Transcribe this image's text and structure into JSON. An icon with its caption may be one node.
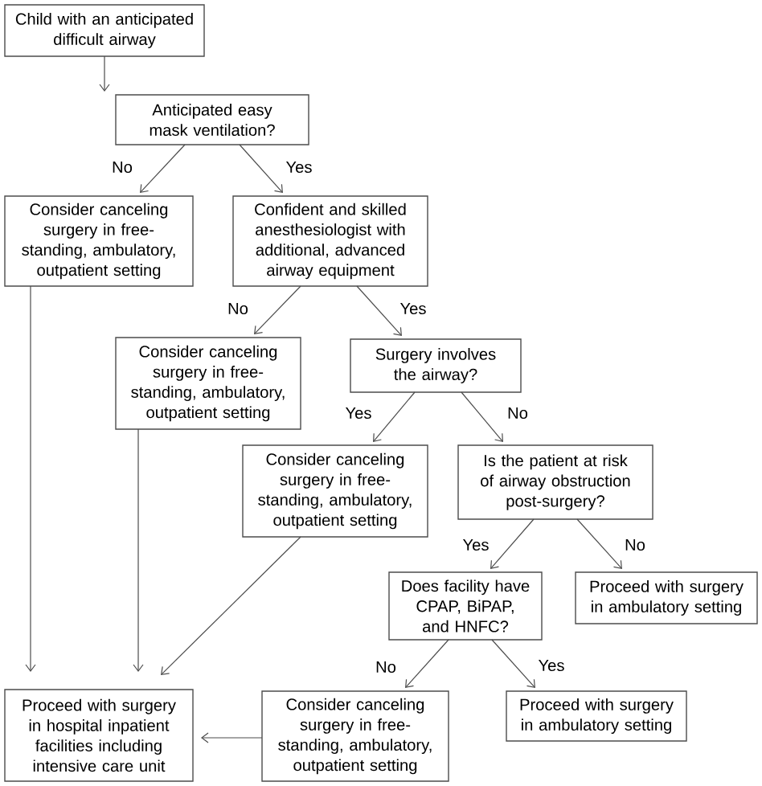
{
  "diagram": {
    "nodes": [
      {
        "text": [
          "Child with an anticipated difficult airway"
        ]
      },
      {
        "text": [
          "Anticipated easy mask ventilation?"
        ]
      },
      {
        "text": [
          "Consider canceling surgery in free-standing, ambulatory, outpatient setting"
        ]
      },
      {
        "text": [
          "Confident and skilled anesthesiologist with additional, advanced airway equipment"
        ]
      },
      {
        "text": [
          "Consider canceling surgery in free-standing, ambulatory, outpatient setting"
        ]
      },
      {
        "text": [
          "Surgery involves the airway?"
        ]
      },
      {
        "text": [
          "Consider canceling surgery in free-standing, ambulatory, outpatient setting"
        ]
      },
      {
        "text": [
          "Is the patient at risk of airway obstruction post-surgery?"
        ]
      },
      {
        "text": [
          "Does facility have CPAP, BiPAP, and HNFC?"
        ]
      },
      {
        "text": [
          "Proceed with surgery in ambulatory setting"
        ]
      },
      {
        "text": [
          "Proceed with surgery in hospital inpatient facilities including intensive care unit"
        ]
      },
      {
        "text": [
          "Consider canceling surgery in free-standing, ambulatory, outpatient setting"
        ]
      },
      {
        "text": [
          "Proceed with surgery in ambulatory setting"
        ]
      }
    ],
    "edges": [
      {
        "from": 0,
        "to": 1,
        "arrow": "to"
      },
      {
        "from": 1,
        "to": 2,
        "arrow": "to",
        "label": "No"
      },
      {
        "from": 1,
        "to": 3,
        "arrow": "to",
        "label": "Yes"
      },
      {
        "from": 3,
        "to": 4,
        "arrow": "to",
        "label": "No"
      },
      {
        "from": 3,
        "to": 5,
        "arrow": "to",
        "label": "Yes"
      },
      {
        "from": 5,
        "to": 6,
        "arrow": "to",
        "label": "Yes"
      },
      {
        "from": 5,
        "to": 7,
        "arrow": "to",
        "label": "No"
      },
      {
        "from": 7,
        "to": 8,
        "arrow": "to",
        "label": "Yes"
      },
      {
        "from": 7,
        "to": 9,
        "arrow": "to",
        "label": "No"
      },
      {
        "from": 8,
        "to": 11,
        "arrow": "to",
        "label": "No"
      },
      {
        "from": 8,
        "to": 12,
        "arrow": "to",
        "label": "Yes"
      },
      {
        "from": 2,
        "to": 10,
        "arrow": "to"
      },
      {
        "from": 4,
        "to": 10,
        "arrow": "to"
      },
      {
        "from": 6,
        "to": 10,
        "arrow": "to"
      },
      {
        "from": 11,
        "to": 10,
        "arrow": "to"
      }
    ]
  }
}
